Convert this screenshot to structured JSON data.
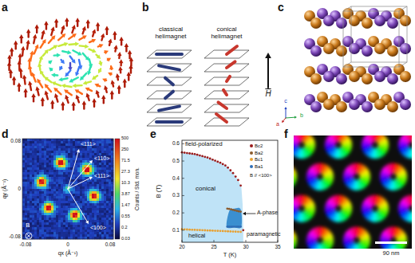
{
  "diagram": {
    "labels": [
      "a",
      "b",
      "classical helimagnet",
      "conical helimagnet",
      "H",
      "c",
      "c",
      "a",
      "b",
      "d",
      "qy (Å⁻¹)",
      "qx (Å⁻¹)",
      "0.08",
      "0",
      "-0.08",
      "-0.08",
      "0",
      "0.08",
      "<111>",
      "<110>",
      "<111>",
      "<100>",
      "B",
      "Counts / Std. mon.",
      "500",
      "250",
      "71.5",
      "27.3",
      "10.3",
      "3.87",
      "1.47",
      "0.55",
      "0.2",
      "0.03",
      "e",
      "B (T)",
      "T (K)",
      "0.6",
      "0.5",
      "0.4",
      "0.3",
      "0.2",
      "0.1",
      "20",
      "25",
      "30",
      "35",
      "field-polarized",
      "conical",
      "helical",
      "paramagnetic",
      "A-phase",
      "B // <100>",
      "f",
      "90 nm"
    ],
    "legend": [
      {
        "text": "Bc2",
        "color": "#9b1b1b"
      },
      {
        "text": "Ba2",
        "color": "#8b5a2b"
      },
      {
        "text": "Bc1",
        "color": "#e8a030"
      },
      {
        "text": "Ba1",
        "color": "#2f6db5"
      }
    ]
  }
}
